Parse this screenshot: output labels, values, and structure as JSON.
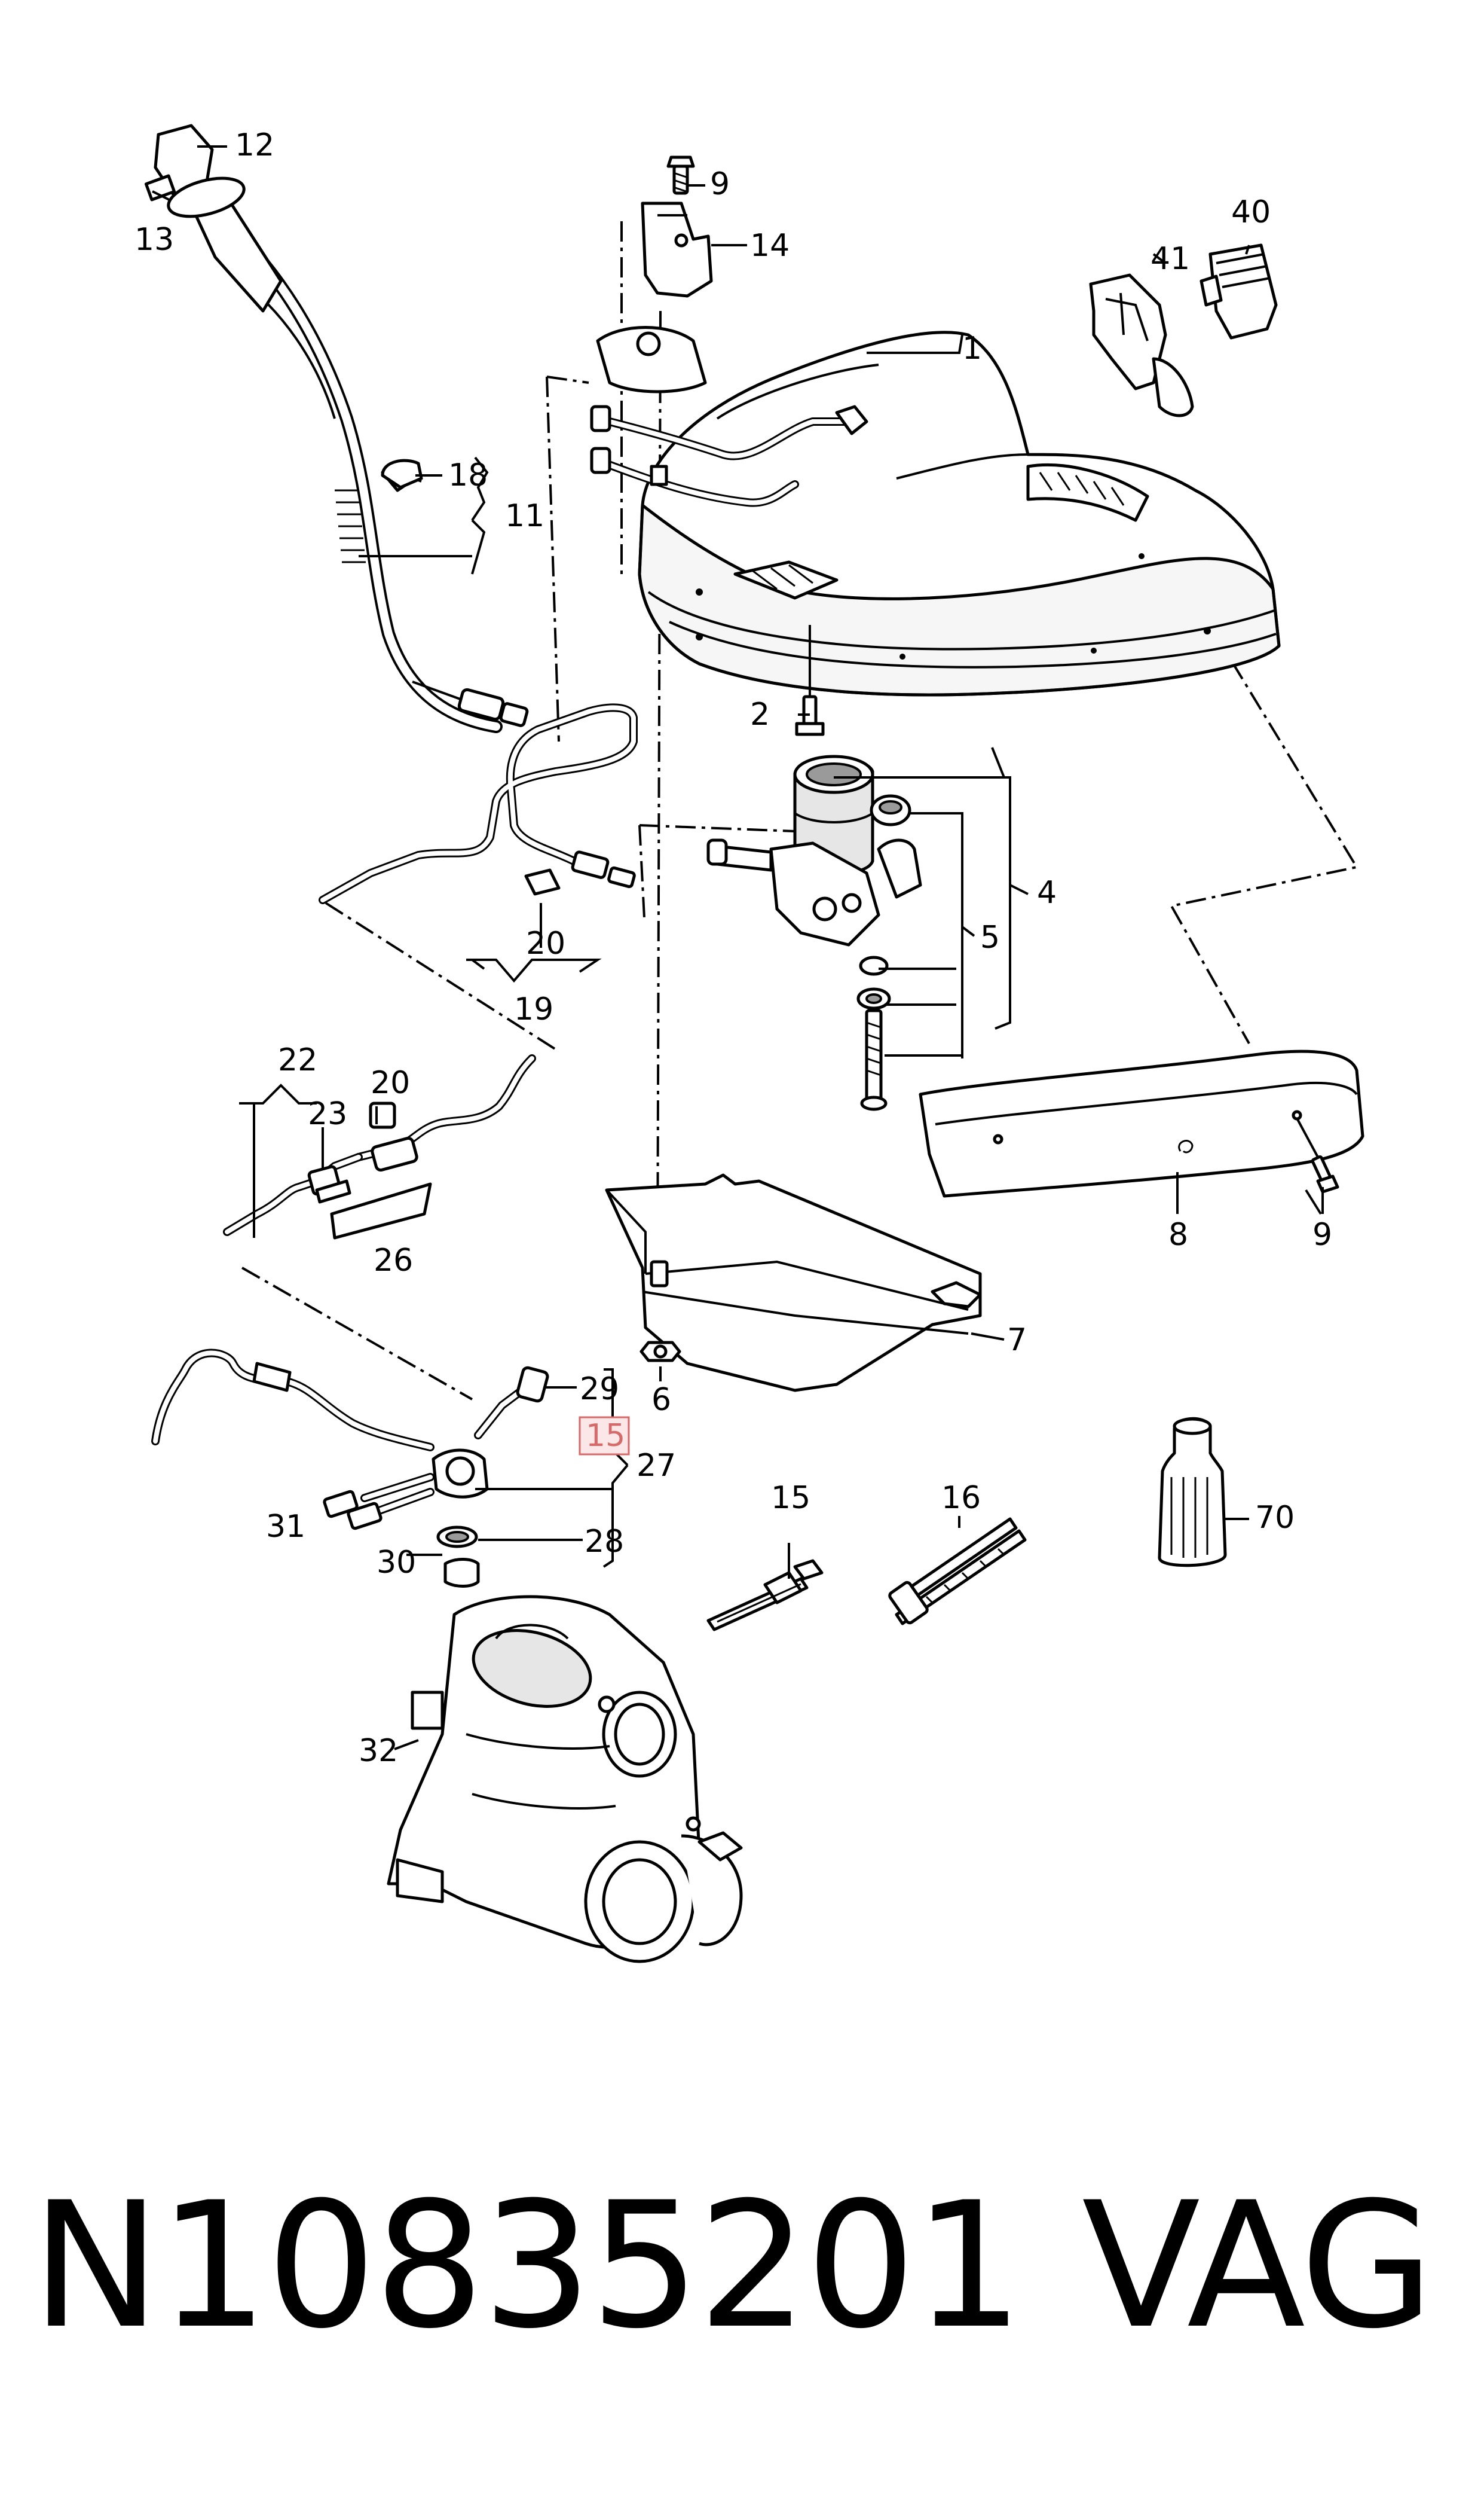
{
  "callouts": {
    "c1": "1",
    "c2": "2",
    "c4": "4",
    "c5": "5",
    "c6": "6",
    "c7": "7",
    "c8": "8",
    "c9a": "9",
    "c9b": "9",
    "c11": "11",
    "c12": "12",
    "c13": "13",
    "c14": "14",
    "c15a": "15",
    "c15b": "15",
    "c16": "16",
    "c18": "18",
    "c19": "19",
    "c20a": "20",
    "c20b": "20",
    "c22": "22",
    "c23": "23",
    "c26": "26",
    "c27": "27",
    "c28": "28",
    "c29": "29",
    "c30": "30",
    "c31": "31",
    "c32": "32",
    "c40": "40",
    "c41": "41",
    "c70": "70"
  },
  "highlight": {
    "label": "15",
    "color": "#d46a6a",
    "fill": "#fbe7e7"
  },
  "footer": {
    "part_number": "N10835201",
    "brand": "VAG"
  }
}
